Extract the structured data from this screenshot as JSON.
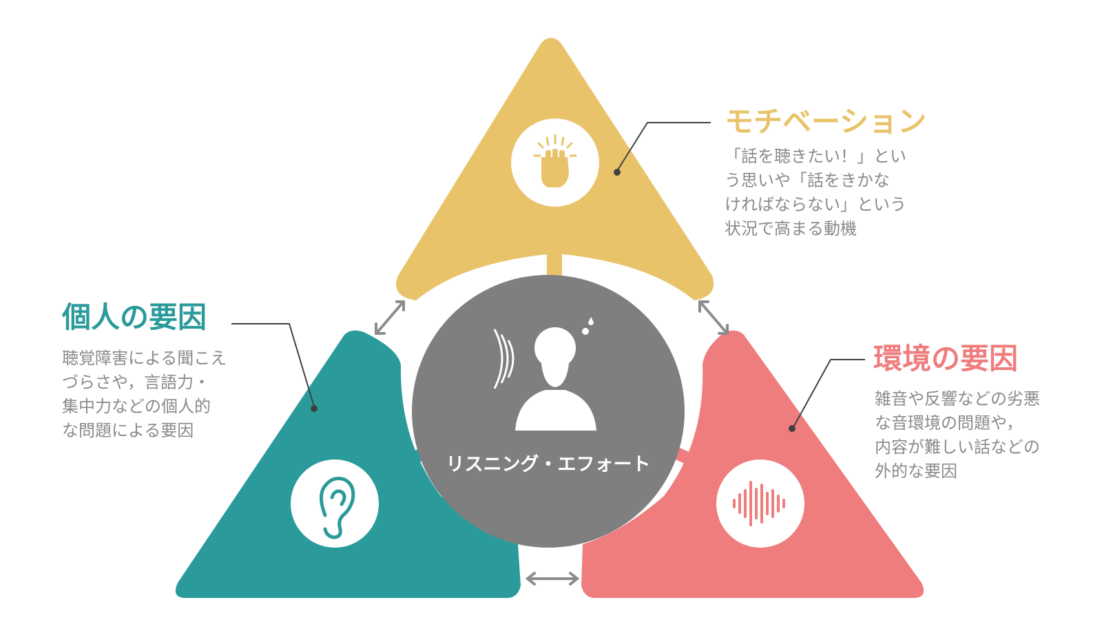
{
  "center": {
    "label": "リスニング・エフォート",
    "color": "#7f7f7f",
    "icon": "person-listening-icon"
  },
  "factors": {
    "motivation": {
      "title": "モチベーション",
      "lines": [
        "「話を聴きたい！」とい",
        "う思いや「話をきかな",
        "ければならない」という",
        "状況で高まる動機"
      ],
      "color": "#e8c36a",
      "icon": "raised-fist-icon"
    },
    "individual": {
      "title": "個人の要因",
      "lines": [
        "聴覚障害による聞こえ",
        "づらさや，言語力・",
        "集中力などの個人的",
        "な問題による要因"
      ],
      "color": "#2a9a9a",
      "icon": "ear-icon"
    },
    "environment": {
      "title": "環境の要因",
      "lines": [
        "雑音や反響などの劣悪",
        "な音環境の問題や，",
        "内容が難しい話などの",
        "外的な要因"
      ],
      "color": "#ef7d7d",
      "icon": "sound-wave-icon"
    }
  },
  "connector_color": "#8c8c8c",
  "text_color": "#8a8a8a"
}
